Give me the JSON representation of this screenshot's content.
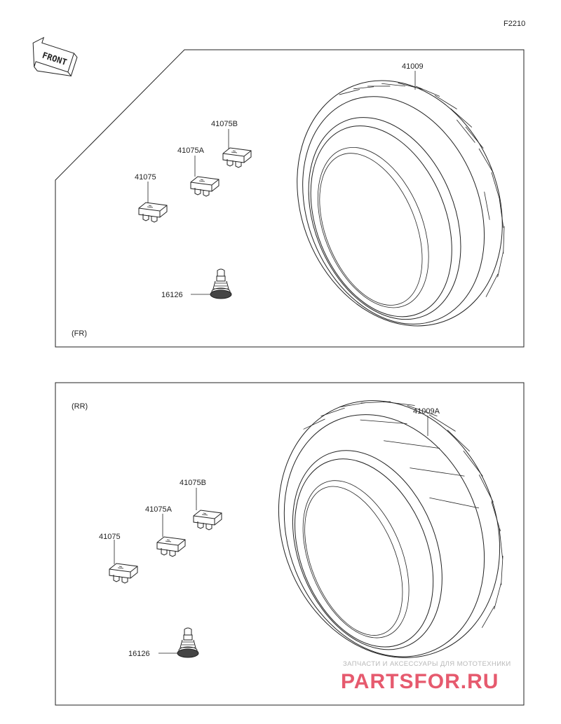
{
  "figure_code": "F2210",
  "front_arrow_text": "FRONT",
  "front_section": {
    "tag": "(FR)",
    "parts": {
      "tire": "41009",
      "weight_b": "41075B",
      "weight_a": "41075A",
      "weight": "41075",
      "valve": "16126"
    }
  },
  "rear_section": {
    "tag": "(RR)",
    "parts": {
      "tire": "41009A",
      "weight_b": "41075B",
      "weight_a": "41075A",
      "weight": "41075",
      "valve": "16126"
    }
  },
  "watermark": {
    "subtitle": "ЗАПЧАСТИ И АКСЕССУАРЫ ДЛЯ МОТОТЕХНИКИ",
    "brand": "PARTSFOR.RU"
  },
  "icons": [
    "front-arrow-icon",
    "tire-icon",
    "balance-weight-icon",
    "valve-stem-icon"
  ]
}
